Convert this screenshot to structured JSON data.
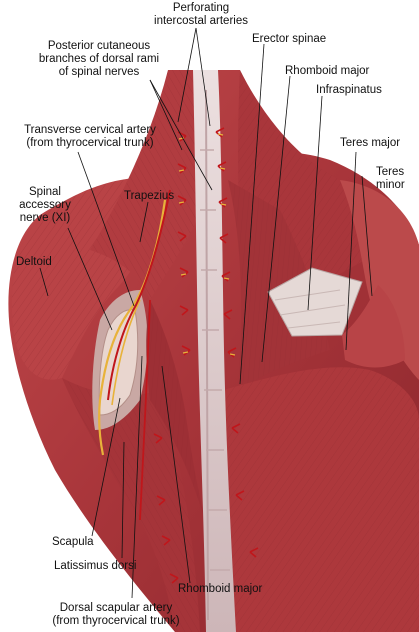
{
  "labels": {
    "perforating": [
      "Perforating",
      "intercostal arteries"
    ],
    "posterior_cutaneous": [
      "Posterior cutaneous",
      "branches of dorsal rami",
      "of spinal nerves"
    ],
    "erector_spinae": "Erector spinae",
    "rhomboid_major_top": "Rhomboid major",
    "infraspinatus": "Infraspinatus",
    "teres_major": "Teres major",
    "teres_minor": [
      "Teres",
      "minor"
    ],
    "transverse_cervical": [
      "Transverse cervical artery",
      "(from thyrocervical trunk)"
    ],
    "trapezius": "Trapezius",
    "spinal_accessory": [
      "Spinal",
      "accessory",
      "nerve (XI)"
    ],
    "deltoid": "Deltoid",
    "scapula": "Scapula",
    "latissimus_dorsi": "Latissimus dorsi",
    "rhomboid_major_bottom": "Rhomboid major",
    "dorsal_scapular": [
      "Dorsal scapular artery",
      "(from thyrocervical trunk)"
    ]
  },
  "colors": {
    "muscle": "#b03b3f",
    "muscle_dark": "#7e2126",
    "muscle_light": "#cf6a68",
    "fascia": "#d9c6c6",
    "artery": "#c0161b",
    "nerve": "#e8b23a"
  }
}
